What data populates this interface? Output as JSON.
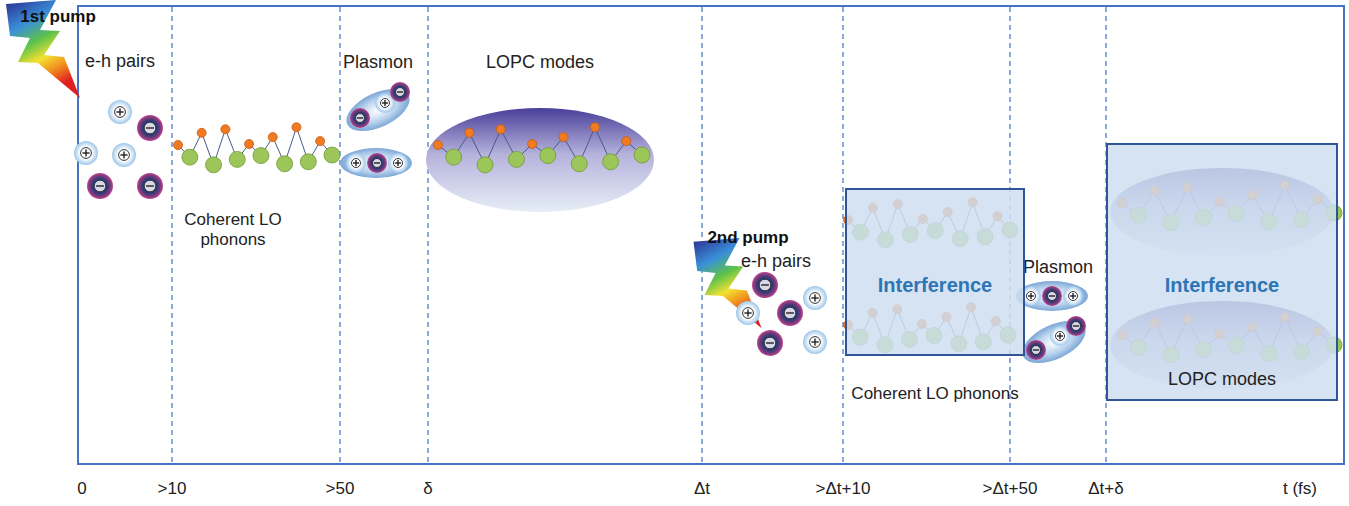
{
  "diagram": {
    "nodes": [
      {
        "text": [
          "Interference",
          "Coherent LO phonons"
        ]
      },
      {
        "text": [
          "Interference",
          "LOPC modes"
        ]
      }
    ],
    "labels": [
      "1st pump",
      "e-h pairs",
      "Coherent LO phonons",
      "Plasmon",
      "LOPC modes",
      "2nd pump",
      "e-h pairs",
      "Plasmon",
      "0",
      ">10",
      ">50",
      "δ",
      "Δt",
      ">Δt+10",
      ">Δt+50",
      "Δt+δ",
      "t (fs)"
    ]
  }
}
